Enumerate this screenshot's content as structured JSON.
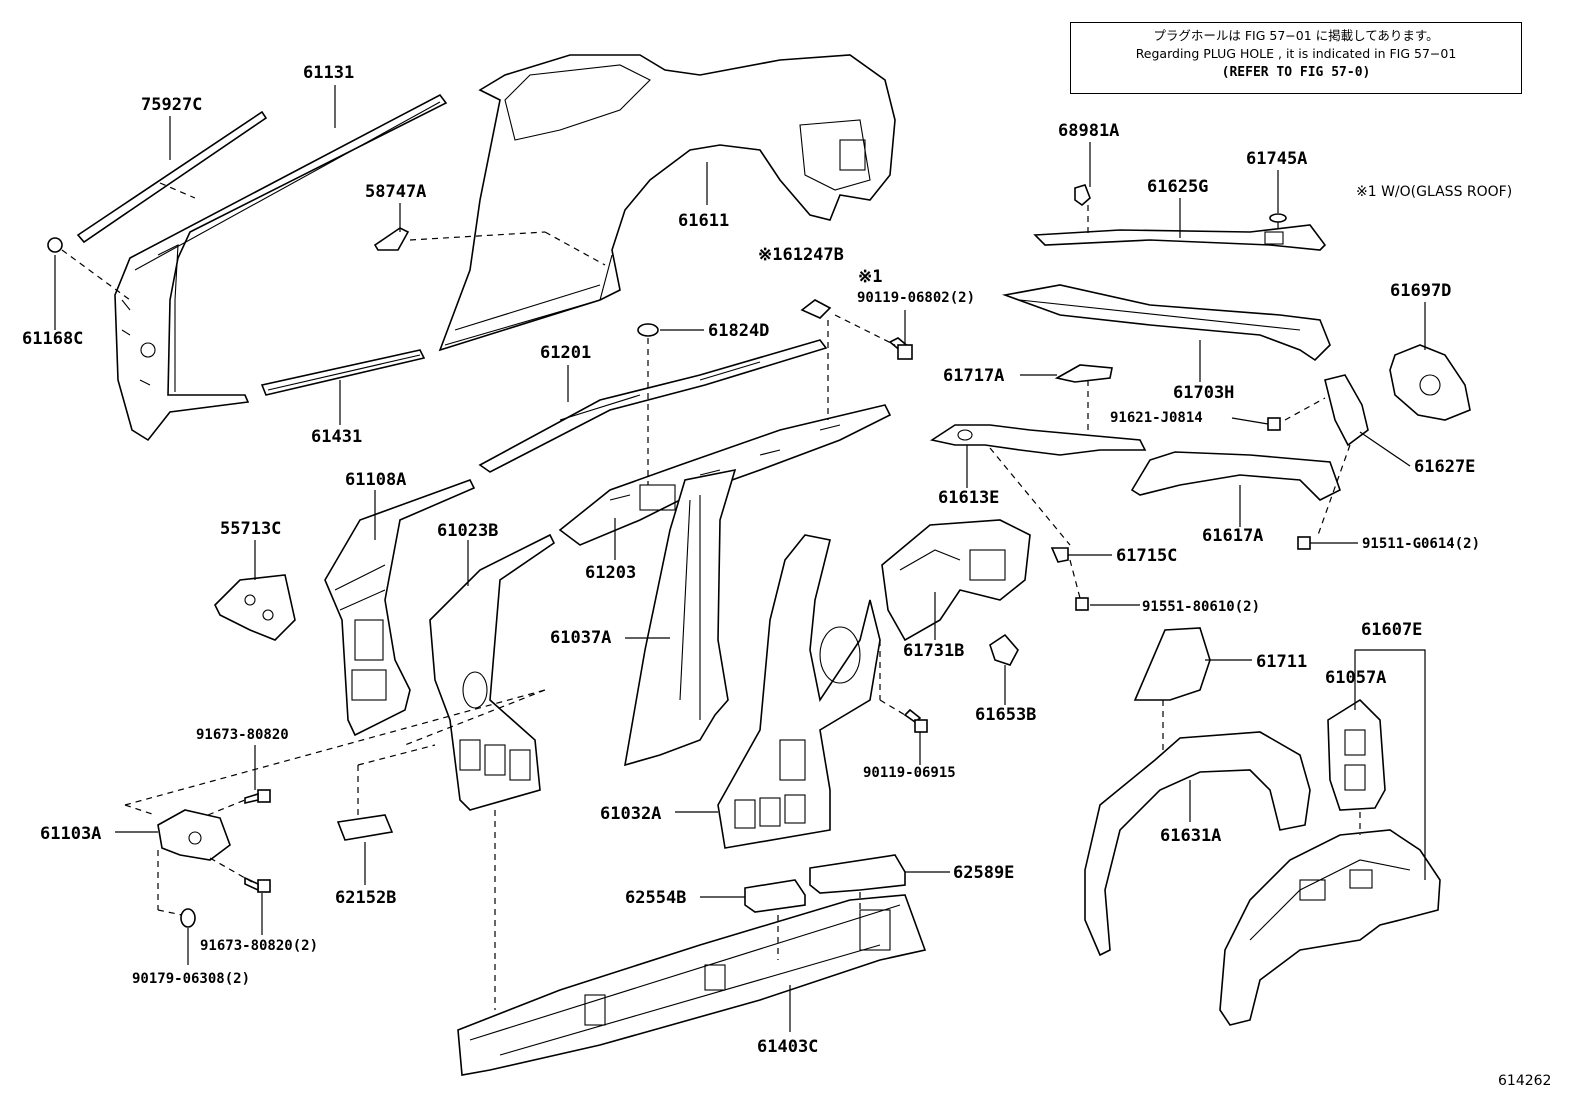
{
  "note": {
    "line1": "プラグホールは FIG  57−01 に掲載してあります。",
    "line2": "Regarding  PLUG  HOLE , it is indicated in  FIG  57−01",
    "line3": "(REFER TO FIG 57-0)"
  },
  "condition_note": "※1 W/O(GLASS ROOF)",
  "figure_number": "614262",
  "labels": {
    "p75927C": "75927C",
    "p61131": "61131",
    "p58747A": "58747A",
    "p61611": "61611",
    "p61168C": "61168C",
    "p61431": "61431",
    "p61247B": "※161247B",
    "mark1": "※1",
    "p90119_06802": "90119-06802(2)",
    "p61824D": "61824D",
    "p61201": "61201",
    "p61108A": "61108A",
    "p55713C": "55713C",
    "p61023B": "61023B",
    "p61203": "61203",
    "p61037A": "61037A",
    "p68981A": "68981A",
    "p61745A": "61745A",
    "p61625G": "61625G",
    "p61697D": "61697D",
    "p61717A": "61717A",
    "p61703H": "61703H",
    "p91621_J0814": "91621-J0814",
    "p61627E": "61627E",
    "p61613E": "61613E",
    "p61617A": "61617A",
    "p91511_G0614": "91511-G0614(2)",
    "p61715C": "61715C",
    "p91551_80610": "91551-80610(2)",
    "p61731B": "61731B",
    "p61653B": "61653B",
    "p61711": "61711",
    "p61607E": "61607E",
    "p61057A": "61057A",
    "p91673_80820a": "91673-80820",
    "p61103A": "61103A",
    "p62152B": "62152B",
    "p91673_80820b": "91673-80820(2)",
    "p90179_06308": "90179-06308(2)",
    "p61032A": "61032A",
    "p90119_06915": "90119-06915",
    "p61631A": "61631A",
    "p62554B": "62554B",
    "p62589E": "62589E",
    "p61403C": "61403C"
  }
}
